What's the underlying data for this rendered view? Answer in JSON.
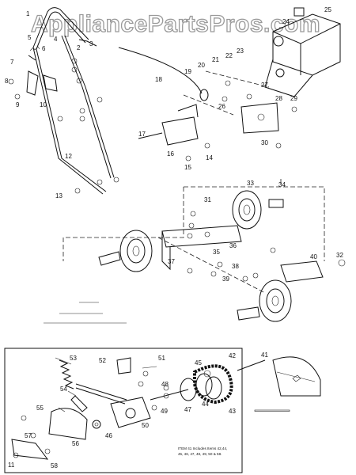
{
  "watermark": "AppliancePartsPros.com",
  "callouts": [
    "1",
    "2",
    "3",
    "4",
    "5",
    "6",
    "7",
    "8",
    "9",
    "10",
    "11",
    "12",
    "13",
    "14",
    "15",
    "16",
    "17",
    "18",
    "19",
    "20",
    "21",
    "22",
    "23",
    "24",
    "25",
    "26",
    "27",
    "28",
    "29",
    "30",
    "31",
    "32",
    "33",
    "34",
    "35",
    "36",
    "37",
    "38",
    "39",
    "40",
    "41",
    "42",
    "43",
    "44",
    "45",
    "46",
    "47",
    "48",
    "49",
    "50",
    "51",
    "52",
    "53",
    "54",
    "55",
    "56",
    "57",
    "58"
  ],
  "inset_note": {
    "line1": "ITEM 41 Includes Items 42,44,",
    "line2": "45, 46, 47, 48, 49, 50 & 58."
  }
}
